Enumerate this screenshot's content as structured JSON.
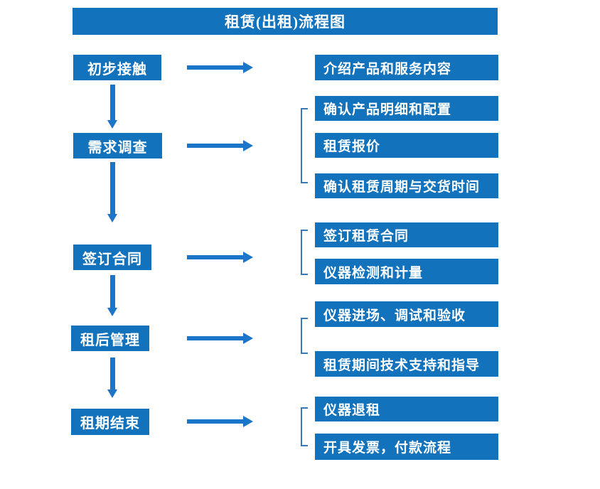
{
  "title": "租赁(出租)流程图",
  "colors": {
    "box_blue": "#1272bc",
    "arrow_blue": "#1b75c8",
    "bracket_blue": "#3878b8",
    "text_white": "#ffffff",
    "page_bg": "#ffffff"
  },
  "stages": [
    {
      "label": "初步接触",
      "outputs": [
        "介绍产品和服务内容"
      ]
    },
    {
      "label": "需求调查",
      "outputs": [
        "确认产品明细和配置",
        "租赁报价",
        "确认租赁周期与交货时间"
      ]
    },
    {
      "label": "签订合同",
      "outputs": [
        "签订租赁合同",
        "仪器检测和计量"
      ]
    },
    {
      "label": "租后管理",
      "outputs": [
        "仪器进场、调试和验收",
        "租赁期间技术支持和指导"
      ]
    },
    {
      "label": "租期结束",
      "outputs": [
        "仪器退租",
        "开具发票，付款流程"
      ]
    }
  ]
}
